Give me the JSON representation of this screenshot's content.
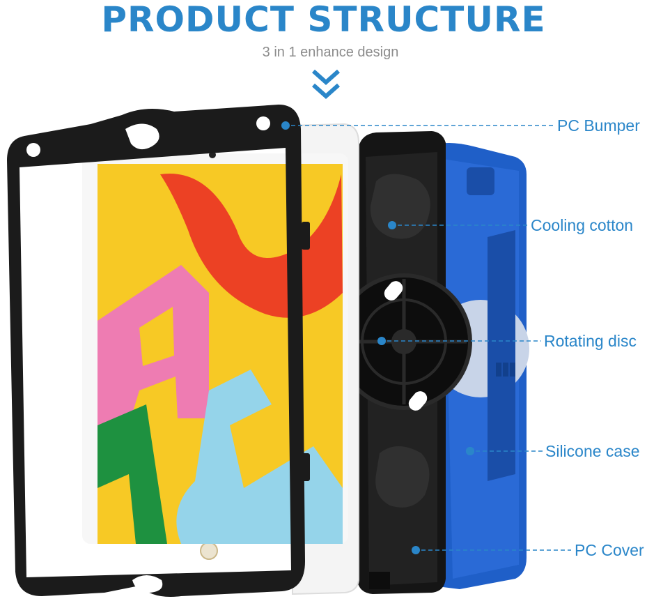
{
  "header": {
    "title": "PRODUCT STRUCTURE",
    "subtitle": "3 in 1 enhance design",
    "arrow_icon": "double-chevron-down-icon"
  },
  "layers": [
    {
      "label": "PC Bumper"
    },
    {
      "label": "Cooling cotton"
    },
    {
      "label": "Rotating disc"
    },
    {
      "label": "Silicone case"
    },
    {
      "label": "PC Cover"
    }
  ],
  "colors": {
    "accent": "#2a86c9",
    "subtitle": "#8c8c8c",
    "bumper": "#1a1a1a",
    "silicone": "#1f5fc8",
    "tablet_bezel": "#f5f5f5",
    "screen_bg": "#f7c925"
  }
}
